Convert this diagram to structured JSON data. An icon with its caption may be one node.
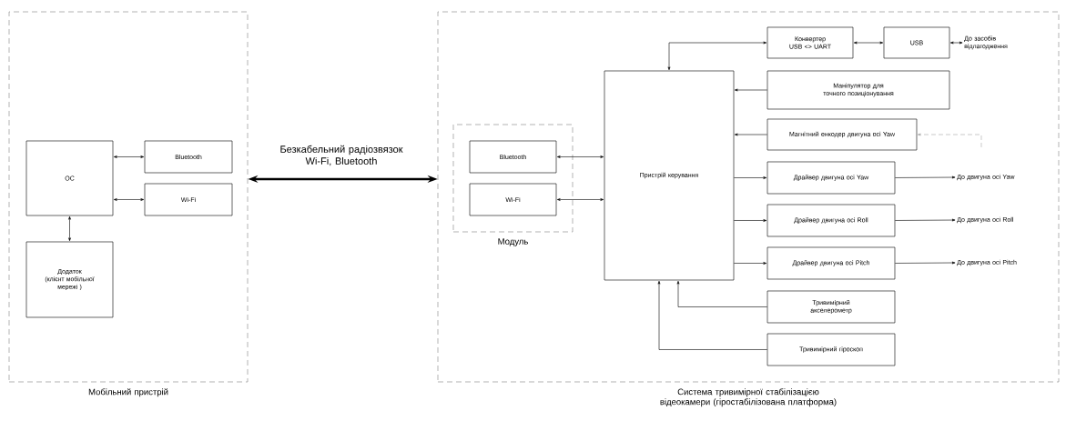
{
  "diagram": {
    "nodes": [
      {
        "text": [
          "Мобільний пристрій"
        ]
      },
      {
        "text": [
          "ОС"
        ],
        "in": 0
      },
      {
        "text": [
          "Bluetooth"
        ],
        "in": 0
      },
      {
        "text": [
          "Wi-Fi"
        ],
        "in": 0
      },
      {
        "text": [
          "Додаток",
          "(клієнт мобільної мережі )"
        ],
        "in": 0
      },
      {
        "text": [
          "Система тривимірної стабілізацією відеокамери (гіростабілізована платформа)"
        ]
      },
      {
        "text": [
          "Модуль"
        ],
        "in": 5
      },
      {
        "text": [
          "Bluetooth"
        ],
        "in": 6
      },
      {
        "text": [
          "Wi-Fi"
        ],
        "in": 6
      },
      {
        "text": [
          "Пристрій керування"
        ],
        "in": 5
      },
      {
        "text": [
          "Конвертер USB <> UART"
        ],
        "in": 5
      },
      {
        "text": [
          "USB"
        ],
        "in": 5
      },
      {
        "text": [
          "Маніпулятор для точного позиціонування"
        ],
        "in": 5
      },
      {
        "text": [
          "Магнітний енкодер двигуна осі Yaw"
        ],
        "in": 5
      },
      {
        "text": [
          "Драйвер двигуна осі Yaw"
        ],
        "in": 5
      },
      {
        "text": [
          "Драйвер двигуна осі Roll"
        ],
        "in": 5
      },
      {
        "text": [
          "Драйвер двигуна осі Pitch"
        ],
        "in": 5
      },
      {
        "text": [
          "Тривимірний акселерометр"
        ],
        "in": 5
      },
      {
        "text": [
          "Тривимірний гіроскоп"
        ],
        "in": 5
      },
      {
        "text": [
          "До засобів відлагодження"
        ],
        "in": 5
      },
      {
        "text": [
          "До двигуна осі Yaw"
        ],
        "in": 5
      },
      {
        "text": [
          "До двигуна осі Roll"
        ],
        "in": 5
      },
      {
        "text": [
          "До двигуна осі Pitch"
        ],
        "in": 5
      }
    ],
    "edges": [
      {
        "from": 1,
        "to": 2,
        "arrow": "both"
      },
      {
        "from": 1,
        "to": 3,
        "arrow": "both"
      },
      {
        "from": 1,
        "to": 4,
        "arrow": "both"
      },
      {
        "from": 0,
        "to": 5,
        "arrow": "both",
        "style": "thick",
        "label": "Безкабельний радіозвязок Wi-Fi, Bluetooth"
      },
      {
        "from": 7,
        "to": 9,
        "arrow": "both"
      },
      {
        "from": 8,
        "to": 9,
        "arrow": "both"
      },
      {
        "from": 9,
        "to": 10,
        "arrow": "both"
      },
      {
        "from": 10,
        "to": 11,
        "arrow": "both"
      },
      {
        "from": 11,
        "to": 19,
        "arrow": "both"
      },
      {
        "from": 12,
        "to": 9,
        "arrow": "to"
      },
      {
        "from": 13,
        "to": 9,
        "arrow": "to"
      },
      {
        "from": null,
        "to": 13,
        "arrow": "to",
        "style": "dashed",
        "color": "#a8a8a8"
      },
      {
        "from": 9,
        "to": 14,
        "arrow": "to"
      },
      {
        "from": 9,
        "to": 15,
        "arrow": "to"
      },
      {
        "from": 9,
        "to": 16,
        "arrow": "to"
      },
      {
        "from": 14,
        "to": 20,
        "arrow": "to"
      },
      {
        "from": 15,
        "to": 21,
        "arrow": "to"
      },
      {
        "from": 16,
        "to": 22,
        "arrow": "to"
      },
      {
        "from": 17,
        "to": 9,
        "arrow": "to"
      },
      {
        "from": 18,
        "to": 9,
        "arrow": "to"
      }
    ]
  }
}
